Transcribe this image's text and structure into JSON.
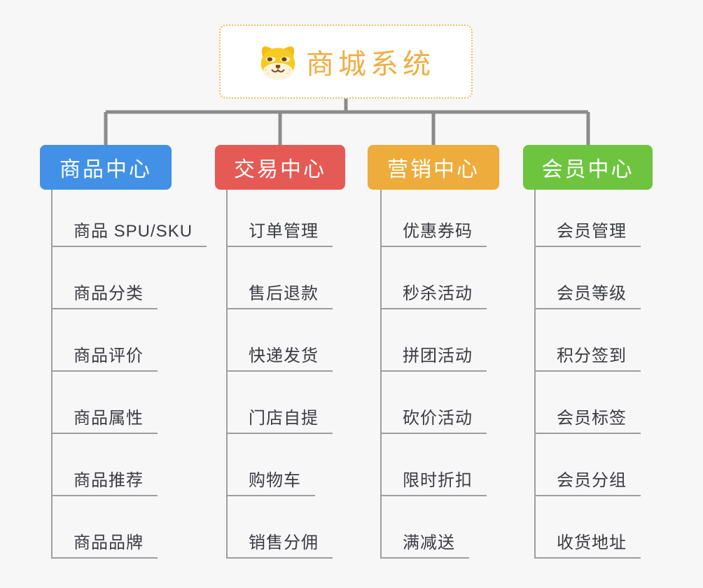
{
  "root": {
    "title": "商城系统",
    "icon": "shiba-dog-icon",
    "accent_color": "#f0ad42",
    "border_color": "#f5bb5e"
  },
  "colors": {
    "background": "#f6f7f6",
    "connector_thick": "#8b8b8b",
    "connector_thin": "#9e9e9e",
    "item_text": "#3b3b42"
  },
  "branches": [
    {
      "label": "商品中心",
      "color": "#4291e6",
      "items": [
        "商品 SPU/SKU",
        "商品分类",
        "商品评价",
        "商品属性",
        "商品推荐",
        "商品品牌"
      ]
    },
    {
      "label": "交易中心",
      "color": "#e65a55",
      "items": [
        "订单管理",
        "售后退款",
        "快递发货",
        "门店自提",
        "购物车",
        "销售分佣"
      ]
    },
    {
      "label": "营销中心",
      "color": "#edac3c",
      "items": [
        "优惠券码",
        "秒杀活动",
        "拼团活动",
        "砍价活动",
        "限时折扣",
        "满减送"
      ]
    },
    {
      "label": "会员中心",
      "color": "#6ec43f",
      "items": [
        "会员管理",
        "会员等级",
        "积分签到",
        "会员标签",
        "会员分组",
        "收货地址"
      ]
    }
  ]
}
